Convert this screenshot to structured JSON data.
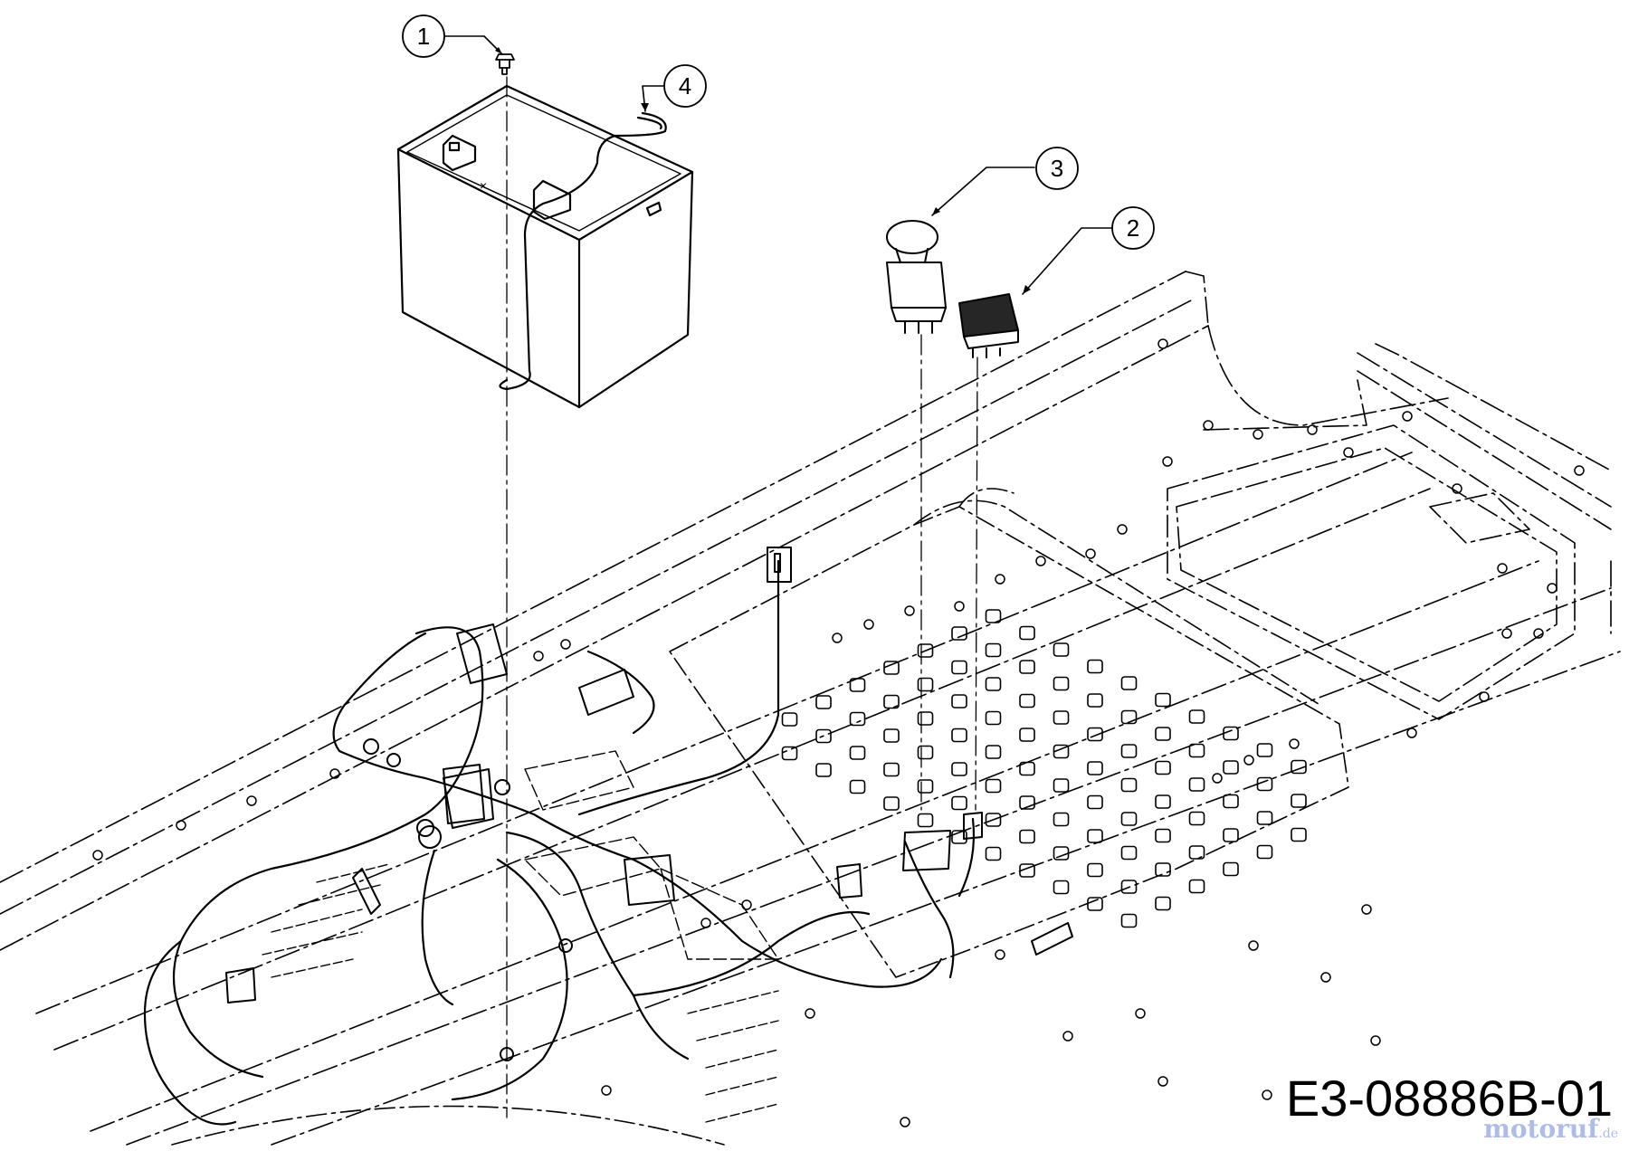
{
  "callouts": [
    {
      "id": "1",
      "label": "1"
    },
    {
      "id": "2",
      "label": "2"
    },
    {
      "id": "3",
      "label": "3"
    },
    {
      "id": "4",
      "label": "4"
    }
  ],
  "diagram_code": "E3-08886B-01",
  "watermark": {
    "brand": "motoruf",
    "tld": ".de"
  },
  "colors": {
    "line": "#000000",
    "background": "#ffffff",
    "watermark": "#6f86d6"
  }
}
